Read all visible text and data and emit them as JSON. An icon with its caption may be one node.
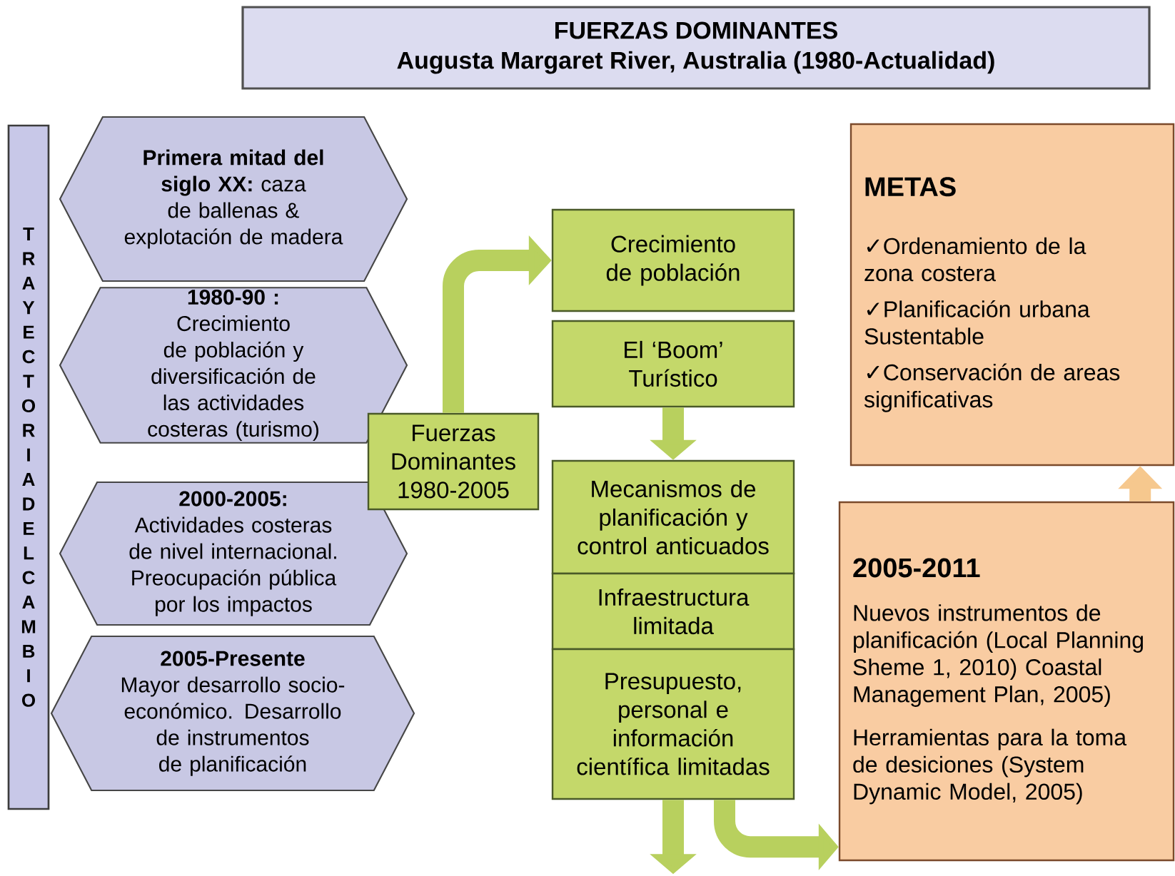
{
  "diagram": {
    "nodes": [
      {
        "text": [
          "FUERZAS DOMINANTES",
          "Augusta Margaret River, Australia (1980-Actualidad)"
        ]
      },
      {
        "text": [
          "TRAYECTORIA DEL CAMBIO"
        ]
      },
      {
        "text": [
          "**Primera mitad del siglo XX:** caza de ballenas & explotación de madera"
        ]
      },
      {
        "text": [
          "1980-90 :",
          "Crecimiento de población y diversificación de las actividades costeras (turismo)"
        ]
      },
      {
        "text": [
          "2000-2005:",
          "Actividades costeras de nivel internacional. Preocupación pública por los impactos"
        ]
      },
      {
        "text": [
          "2005-Presente",
          "Mayor desarrollo socio-económico. Desarrollo de instrumentos de planificación"
        ]
      },
      {
        "text": [
          "Fuerzas Dominantes 1980-2005"
        ]
      },
      {
        "text": [
          "Crecimiento de población"
        ]
      },
      {
        "text": [
          "El ‘Boom’ Turístico"
        ]
      },
      {
        "text": [
          "Mecanismos de planificación y control anticuados"
        ]
      },
      {
        "text": [
          "Infraestructura limitada"
        ]
      },
      {
        "text": [
          "Presupuesto, personal e información científica limitadas"
        ]
      },
      {
        "text": [
          "METAS",
          "✓Ordenamiento de la zona costera",
          "✓Planificación urbana Sustentable",
          "✓Conservación de areas significativas"
        ]
      },
      {
        "text": [
          "2005-2011",
          "Nuevos instrumentos de planificación (Local Planning Sheme 1, 2010) Coastal Management Plan, 2005)",
          "Herramientas para la toma de desiciones (System Dynamic Model, 2005)"
        ]
      }
    ],
    "edges": [
      {
        "from": 6,
        "to": 7,
        "arrow": "to"
      },
      {
        "from": 8,
        "to": 9,
        "arrow": "to"
      },
      {
        "from": 11,
        "to": null,
        "arrow": "to"
      },
      {
        "from": 11,
        "to": 13,
        "arrow": "to"
      },
      {
        "from": 13,
        "to": 12,
        "arrow": "to",
        "color": "#f6c88e"
      }
    ]
  }
}
